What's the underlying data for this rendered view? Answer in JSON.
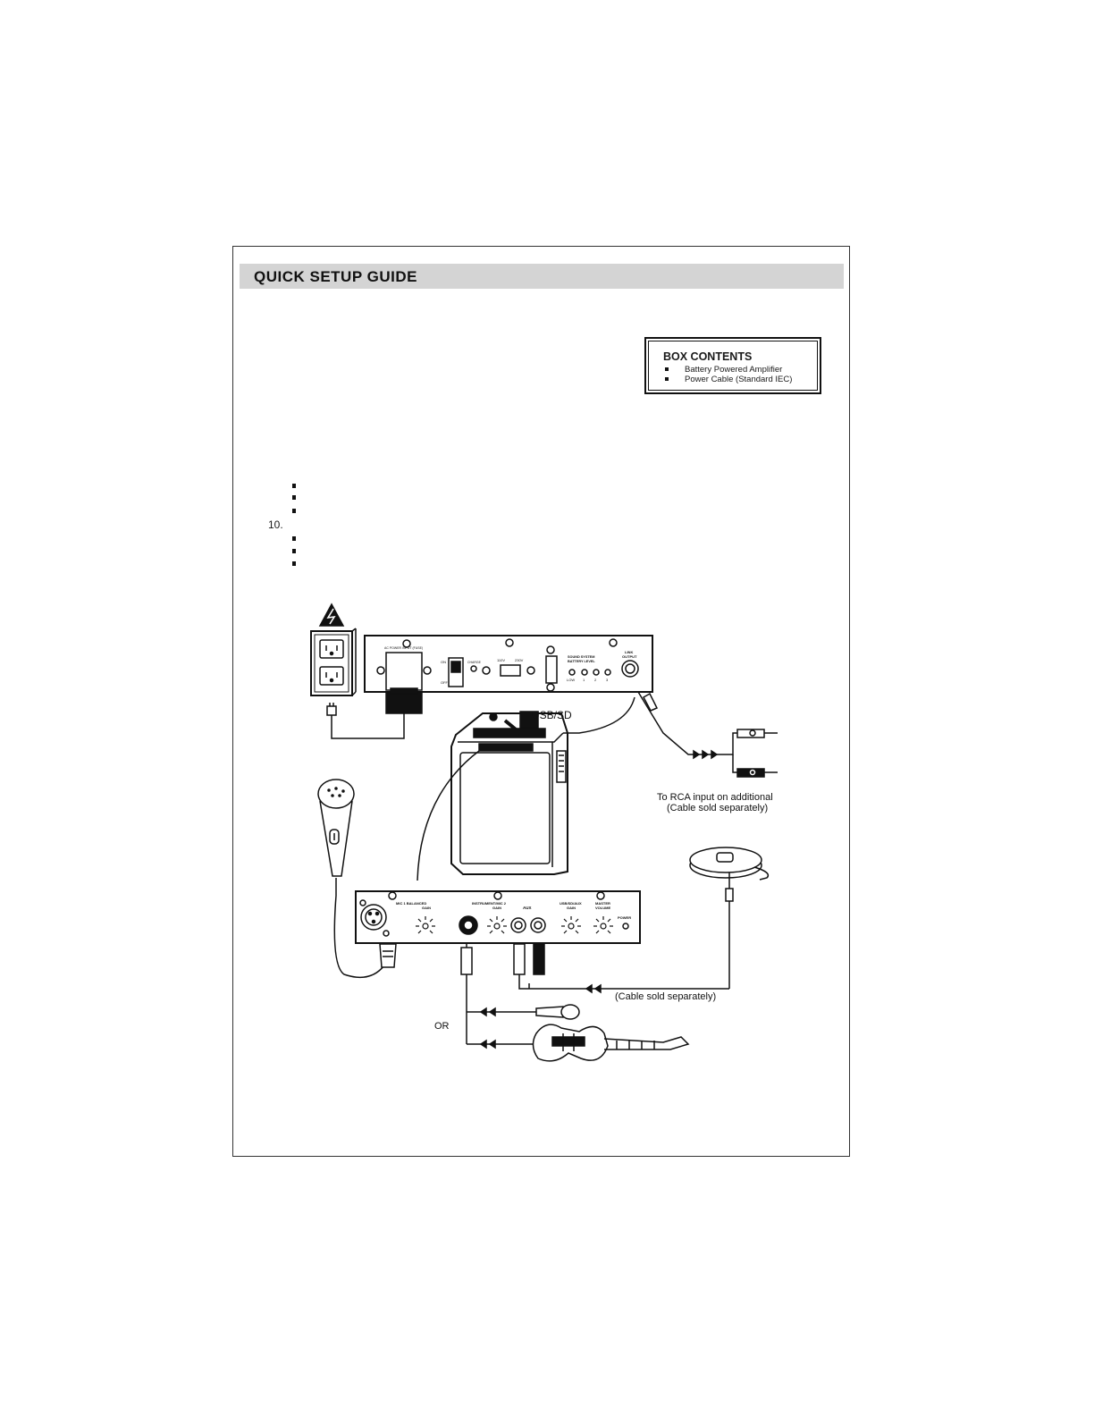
{
  "header": {
    "title": "QUICK SETUP GUIDE"
  },
  "box_contents": {
    "title": "BOX CONTENTS",
    "items": [
      "Battery Powered Amplifier",
      "Power Cable (Standard IEC)"
    ]
  },
  "steps": {
    "number_10": "10."
  },
  "diagram": {
    "usb_label": "USB/SD",
    "rca_note_line1": "To RCA input on additional",
    "rca_note_line2": "(Cable sold separately)",
    "aux_cable_note": "(Cable sold separately)",
    "or_label": "OR",
    "back_panel": {
      "ac_input": "AC POWER INPUT (FUSE)",
      "on": "ON",
      "off": "OFF",
      "charge": "CHARGE",
      "v110": "110V",
      "v230": "230V",
      "battery_title1": "SOUND SYSTEM",
      "battery_title2": "BATTERY LEVEL",
      "low": "LOW",
      "lvl1": "1",
      "lvl2": "2",
      "lvl3": "3",
      "link1": "LINK",
      "link2": "OUTPUT"
    },
    "front_panel": {
      "mic1_gain": "MIC 1 BALANCED",
      "mic1_gain2": "GAIN",
      "instr_gain": "INSTRUMENT/MIC 2",
      "instr_gain2": "GAIN",
      "aux": "AUX",
      "usb_gain": "USB/SD/AUX",
      "usb_gain2": "GAIN",
      "master": "MASTER",
      "master2": "VOLUME",
      "power": "POWER"
    }
  }
}
